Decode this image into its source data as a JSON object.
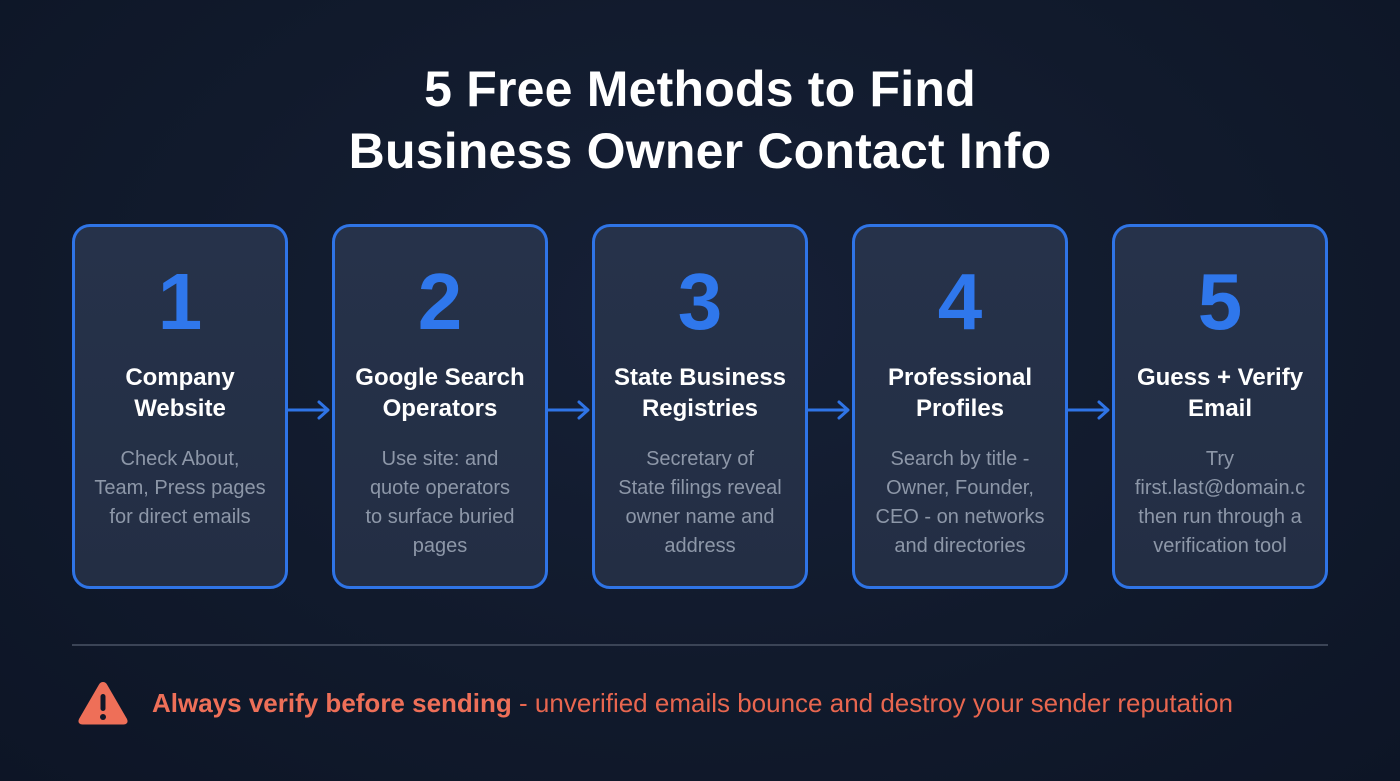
{
  "title": {
    "line1": "5 Free Methods to Find",
    "line2": "Business Owner Contact Info"
  },
  "colors": {
    "accent": "#2f74e6",
    "background": "#111a2c",
    "card": "#26324a",
    "heading": "#ffffff",
    "description": "#8d97a8",
    "warning": "#ee6f58",
    "divider": "#3b4456"
  },
  "steps": [
    {
      "number": "1",
      "heading": [
        "Company",
        "Website"
      ],
      "description": [
        "Check About,",
        "Team, Press pages",
        "for direct emails"
      ]
    },
    {
      "number": "2",
      "heading": [
        "Google Search",
        "Operators"
      ],
      "description": [
        "Use site: and",
        "quote operators",
        "to surface buried",
        "pages"
      ]
    },
    {
      "number": "3",
      "heading": [
        "State Business",
        "Registries"
      ],
      "description": [
        "Secretary of",
        "State filings reveal",
        "owner name and",
        "address"
      ]
    },
    {
      "number": "4",
      "heading": [
        "Professional",
        "Profiles"
      ],
      "description": [
        "Search by title -",
        "Owner, Founder,",
        "CEO - on networks",
        "and directories"
      ]
    },
    {
      "number": "5",
      "heading": [
        "Guess + Verify",
        "Email"
      ],
      "description": [
        "Try",
        "first.last@domain.c",
        "then run through a",
        "verification tool"
      ]
    }
  ],
  "arrows": [
    "arrow-right-icon",
    "arrow-right-icon",
    "arrow-right-icon",
    "arrow-right-icon"
  ],
  "warning": {
    "icon": "warning-triangle-icon",
    "strong": "Always verify before sending",
    "rest": " - unverified emails bounce and destroy your sender reputation"
  }
}
